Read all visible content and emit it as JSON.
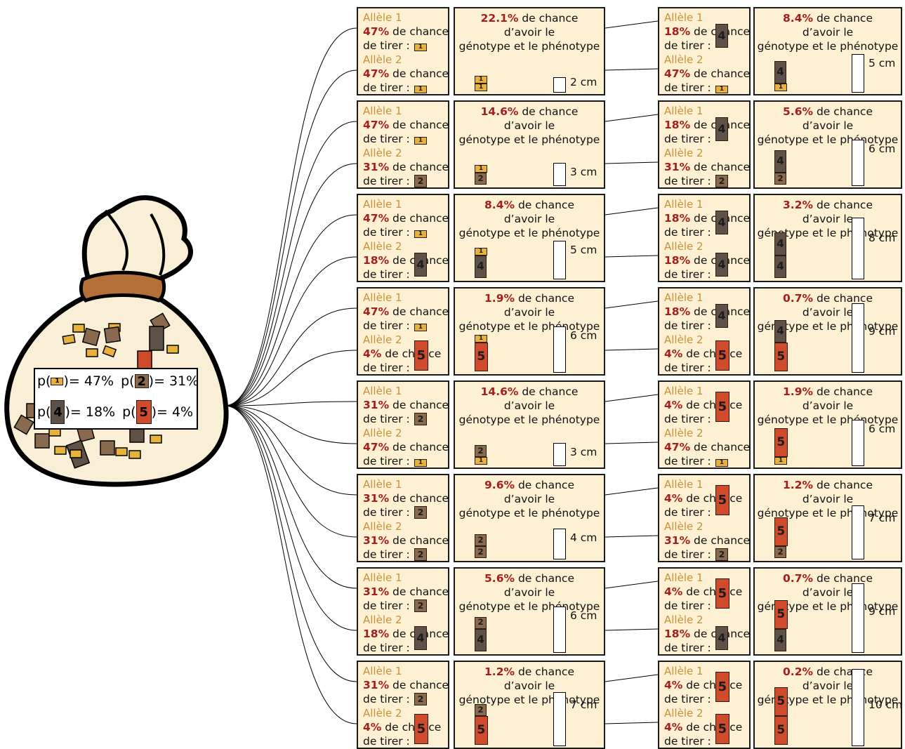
{
  "colors": {
    "cream": "#fdf0d3",
    "allele_label": "#c89037",
    "percent": "#a51e1e",
    "tile1": "#e8b23a",
    "tile2": "#8a6a4e",
    "tile4": "#5e5248",
    "tile5": "#cf4b2c",
    "bag_fill": "#f9efd6",
    "bag_rope": "#b5703a"
  },
  "legend": {
    "p_prefix": "p(",
    "entries": [
      {
        "allele": "1",
        "text": ")= 47%"
      },
      {
        "allele": "2",
        "text": ")= 31%"
      },
      {
        "allele": "4",
        "text": ")= 18%"
      },
      {
        "allele": "5",
        "text": ")= 4%"
      }
    ]
  },
  "labels": {
    "allele1": "Allèle 1",
    "allele2": "Allèle 2",
    "de_chance": "de chance",
    "de_tirer": "de tirer :",
    "davoir_le": "d’avoir le",
    "genotype_phenotype": "génotype et le phénotype"
  },
  "combos": [
    {
      "a1": "1",
      "p1": "47%",
      "a2": "1",
      "p2": "47%",
      "result": "22.1%",
      "height": "2 cm",
      "height_val": 2
    },
    {
      "a1": "1",
      "p1": "47%",
      "a2": "2",
      "p2": "31%",
      "result": "14.6%",
      "height": "3 cm",
      "height_val": 3
    },
    {
      "a1": "1",
      "p1": "47%",
      "a2": "4",
      "p2": "18%",
      "result": "8.4%",
      "height": "5 cm",
      "height_val": 5
    },
    {
      "a1": "1",
      "p1": "47%",
      "a2": "5",
      "p2": "4%",
      "result": "1.9%",
      "height": "6 cm",
      "height_val": 6
    },
    {
      "a1": "2",
      "p1": "31%",
      "a2": "1",
      "p2": "47%",
      "result": "14.6%",
      "height": "3 cm",
      "height_val": 3
    },
    {
      "a1": "2",
      "p1": "31%",
      "a2": "2",
      "p2": "31%",
      "result": "9.6%",
      "height": "4 cm",
      "height_val": 4
    },
    {
      "a1": "2",
      "p1": "31%",
      "a2": "4",
      "p2": "18%",
      "result": "5.6%",
      "height": "6 cm",
      "height_val": 6
    },
    {
      "a1": "2",
      "p1": "31%",
      "a2": "5",
      "p2": "4%",
      "result": "1.2%",
      "height": "7 cm",
      "height_val": 7
    },
    {
      "a1": "4",
      "p1": "18%",
      "a2": "1",
      "p2": "47%",
      "result": "8.4%",
      "height": "5 cm",
      "height_val": 5
    },
    {
      "a1": "4",
      "p1": "18%",
      "a2": "2",
      "p2": "31%",
      "result": "5.6%",
      "height": "6 cm",
      "height_val": 6
    },
    {
      "a1": "4",
      "p1": "18%",
      "a2": "4",
      "p2": "18%",
      "result": "3.2%",
      "height": "8 cm",
      "height_val": 8
    },
    {
      "a1": "4",
      "p1": "18%",
      "a2": "5",
      "p2": "4%",
      "result": "0.7%",
      "height": "9 cm",
      "height_val": 9
    },
    {
      "a1": "5",
      "p1": "4%",
      "a2": "1",
      "p2": "47%",
      "result": "1.9%",
      "height": "6 cm",
      "height_val": 6
    },
    {
      "a1": "5",
      "p1": "4%",
      "a2": "2",
      "p2": "31%",
      "result": "1.2%",
      "height": "7 cm",
      "height_val": 7
    },
    {
      "a1": "5",
      "p1": "4%",
      "a2": "4",
      "p2": "18%",
      "result": "0.7%",
      "height": "9 cm",
      "height_val": 9
    },
    {
      "a1": "5",
      "p1": "4%",
      "a2": "5",
      "p2": "4%",
      "result": "0.2%",
      "height": "10 cm",
      "height_val": 10
    }
  ]
}
